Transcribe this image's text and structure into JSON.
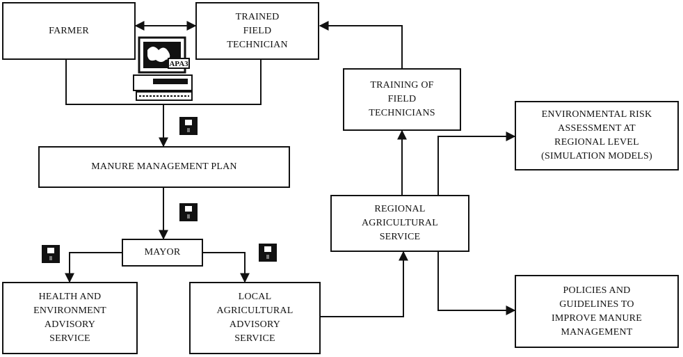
{
  "nodes": {
    "farmer": "FARMER",
    "technician": "TRAINED\nFIELD\nTECHNICIAN",
    "training": "TRAINING OF\nFIELD\nTECHNICIANS",
    "risk": "ENVIRONMENTAL RISK\nASSESSMENT AT\nREGIONAL LEVEL\n(SIMULATION MODELS)",
    "plan": "MANURE MANAGEMENT  PLAN",
    "regional": "REGIONAL\nAGRICULTURAL\nSERVICE",
    "mayor": "MAYOR",
    "health": "HEALTH AND\nENVIRONMENT\nADVISORY\nSERVICE",
    "local": "LOCAL\nAGRICULTURAL\nADVISORY\nSERVICE",
    "policies": "POLICIES AND\nGUIDELINES TO\nIMPROVE MANURE\nMANAGEMENT"
  },
  "computer": {
    "screen_label": "APA3",
    "icon": "computer-icon"
  },
  "disk_icon": "floppy-disk-icon",
  "colors": {
    "line": "#111111",
    "box_fill": "#ffffff",
    "disk": "#111111"
  }
}
